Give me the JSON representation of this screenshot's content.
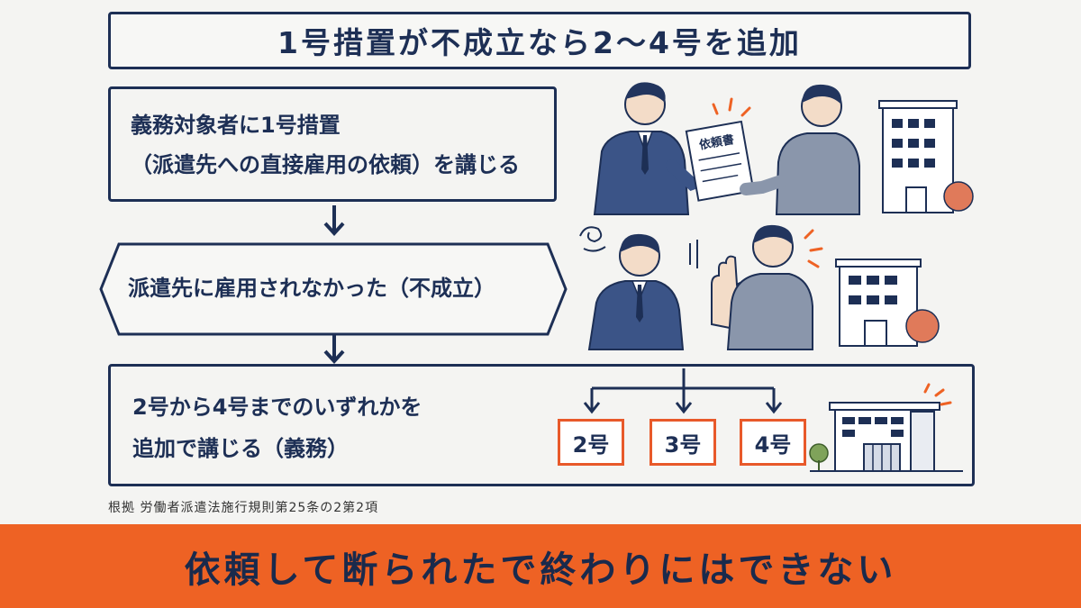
{
  "title": "1号措置が不成立なら2〜4号を追加",
  "step1": {
    "line1": "義務対象者に1号措置",
    "line2": "（派遣先への直接雇用の依頼）を講じる",
    "document_label": "依頼書"
  },
  "step2": {
    "label": "派遣先に雇用されなかった（不成立）"
  },
  "step3": {
    "line1": "2号から4号までのいずれかを",
    "line2": "追加で講じる（義務）",
    "options": [
      "2号",
      "3号",
      "4号"
    ]
  },
  "source": "根拠 労働者派遣法施行規則第25条の2第2項",
  "banner": "依頼して断られたで終わりにはできない",
  "colors": {
    "navy": "#1d2f55",
    "orange": "#ee6224",
    "background": "#f4f4f2"
  },
  "icons": [
    "down-arrow-icon",
    "person-icon",
    "building-icon",
    "document-icon",
    "stop-hand-icon",
    "bush-icon"
  ]
}
